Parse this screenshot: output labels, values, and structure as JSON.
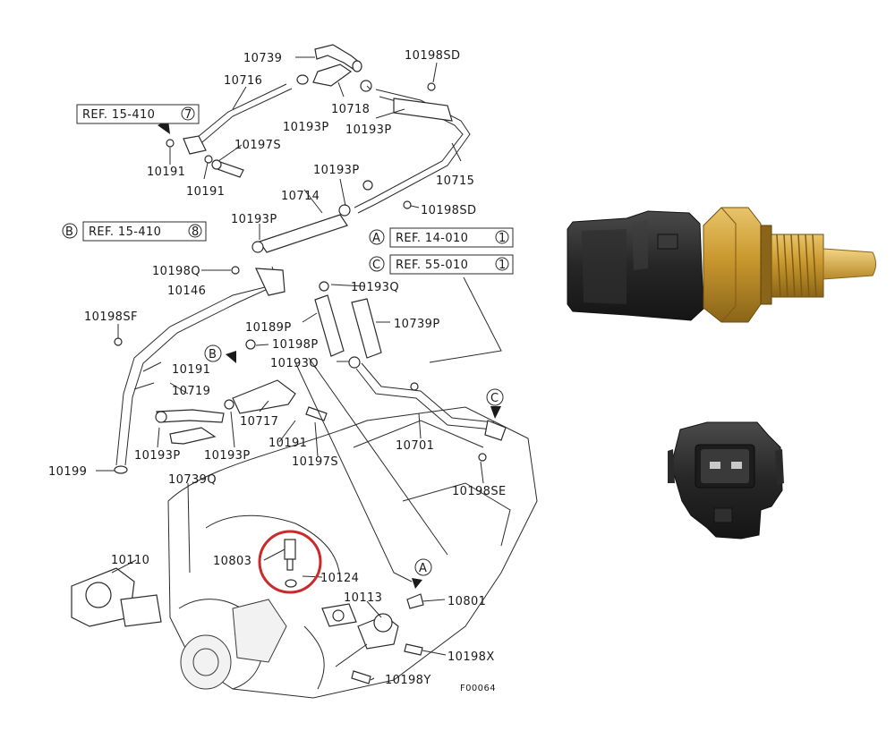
{
  "diagram": {
    "labels": [
      {
        "id": "10739",
        "text": "10739"
      },
      {
        "id": "10198SD-top",
        "text": "10198SD"
      },
      {
        "id": "10716",
        "text": "10716"
      },
      {
        "id": "10718",
        "text": "10718"
      },
      {
        "id": "10193P-a",
        "text": "10193P"
      },
      {
        "id": "10193P-b",
        "text": "10193P"
      },
      {
        "id": "10197S-top",
        "text": "10197S"
      },
      {
        "id": "10191-a",
        "text": "10191"
      },
      {
        "id": "10191-b",
        "text": "10191"
      },
      {
        "id": "10193P-c",
        "text": "10193P"
      },
      {
        "id": "10715",
        "text": "10715"
      },
      {
        "id": "10714",
        "text": "10714"
      },
      {
        "id": "10198SD-mid",
        "text": "10198SD"
      },
      {
        "id": "10193P-d",
        "text": "10193P"
      },
      {
        "id": "10198Q",
        "text": "10198Q"
      },
      {
        "id": "10146",
        "text": "10146"
      },
      {
        "id": "10193Q-a",
        "text": "10193Q"
      },
      {
        "id": "10198SF",
        "text": "10198SF"
      },
      {
        "id": "10189P",
        "text": "10189P"
      },
      {
        "id": "10739P",
        "text": "10739P"
      },
      {
        "id": "10198P",
        "text": "10198P"
      },
      {
        "id": "10193Q-b",
        "text": "10193Q"
      },
      {
        "id": "10191-c",
        "text": "10191"
      },
      {
        "id": "10719",
        "text": "10719"
      },
      {
        "id": "10717",
        "text": "10717"
      },
      {
        "id": "10701",
        "text": "10701"
      },
      {
        "id": "10193P-e",
        "text": "10193P"
      },
      {
        "id": "10193P-f",
        "text": "10193P"
      },
      {
        "id": "10191-d",
        "text": "10191"
      },
      {
        "id": "10197S-bot",
        "text": "10197S"
      },
      {
        "id": "10199",
        "text": "10199"
      },
      {
        "id": "10739Q",
        "text": "10739Q"
      },
      {
        "id": "10198SE",
        "text": "10198SE"
      },
      {
        "id": "10110",
        "text": "10110"
      },
      {
        "id": "10803",
        "text": "10803"
      },
      {
        "id": "10124",
        "text": "10124"
      },
      {
        "id": "10113",
        "text": "10113"
      },
      {
        "id": "10801",
        "text": "10801"
      },
      {
        "id": "10198X",
        "text": "10198X"
      },
      {
        "id": "10198Y",
        "text": "10198Y"
      }
    ],
    "refs": [
      {
        "id": "ref-7",
        "text": "REF. 15-410",
        "mark": "7"
      },
      {
        "id": "ref-8",
        "text": "REF. 15-410",
        "mark": "8"
      },
      {
        "id": "ref-a",
        "text": "REF. 14-010",
        "mark": "1"
      },
      {
        "id": "ref-c",
        "text": "REF. 55-010",
        "mark": "1"
      }
    ],
    "letters": {
      "a": "A",
      "b": "B",
      "c": "C"
    },
    "code": "F00064"
  },
  "colors": {
    "highlight": "#cc2a2a",
    "brass": "#c9982e",
    "connector": "#2b2b2b"
  }
}
